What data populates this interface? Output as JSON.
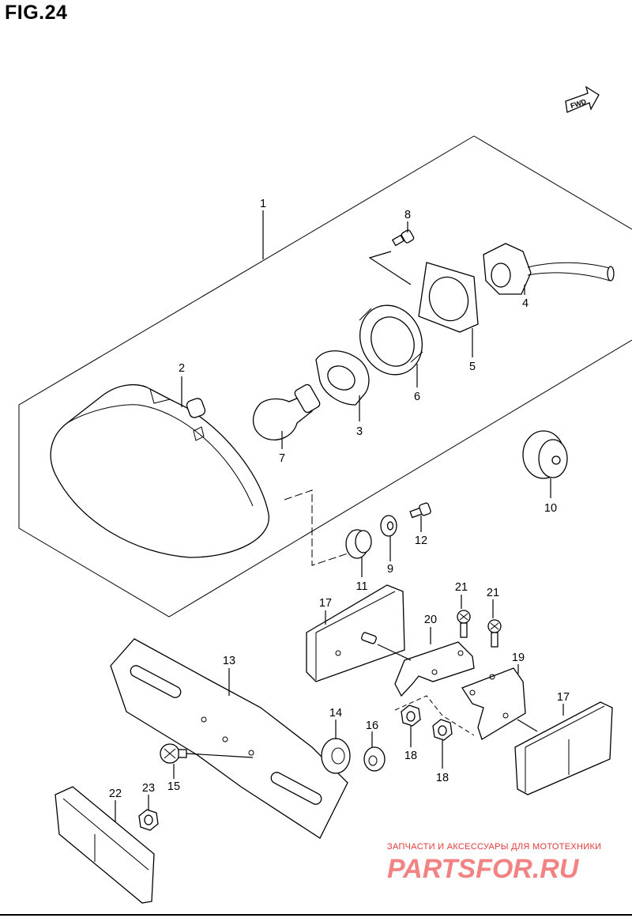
{
  "figure": {
    "title": "FIG.24",
    "fwd_label": "FWD"
  },
  "callouts": {
    "p1": "1",
    "p2": "2",
    "p3": "3",
    "p4": "4",
    "p5": "5",
    "p6": "6",
    "p7": "7",
    "p8": "8",
    "p9": "9",
    "p10": "10",
    "p11": "11",
    "p12": "12",
    "p13": "13",
    "p14": "14",
    "p15": "15",
    "p16": "16",
    "p17a": "17",
    "p17b": "17",
    "p18a": "18",
    "p18b": "18",
    "p19": "19",
    "p20": "20",
    "p21a": "21",
    "p21b": "21",
    "p22": "22",
    "p23": "23"
  },
  "watermark": {
    "caption": "ЗАПЧАСТИ И АКСЕССУАРЫ ДЛЯ МОТОТЕХНИКИ",
    "logo": "PARTSFOR.RU"
  }
}
